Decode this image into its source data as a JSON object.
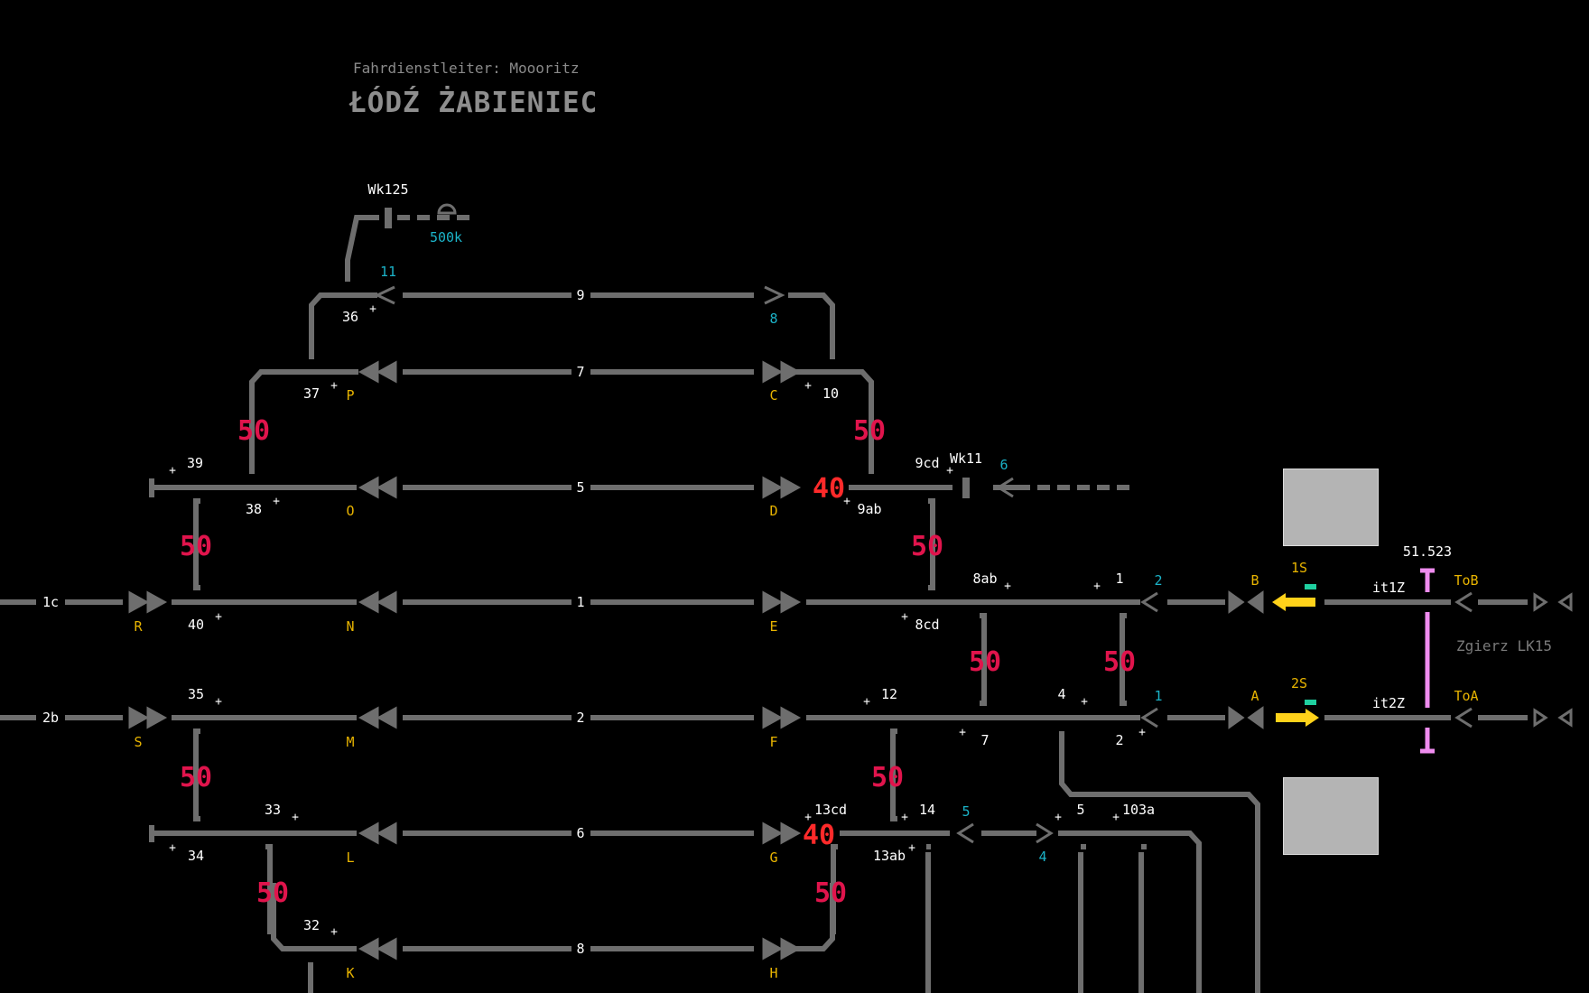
{
  "header": {
    "dispatcher": "Fahrdienstleiter: Moooritz",
    "station": "ŁÓDŹ ŻABIENIEC"
  },
  "colors": {
    "track": "#6e6e6e",
    "signal": "#e8b400",
    "speed": "#e0144c",
    "speed_main": "#ff2a2a",
    "route_num": "#1bb3c8",
    "text": "#ffffff",
    "mast": "#ef8cef",
    "indicator": "#1fd0a0",
    "arrow": "#ffd21a",
    "block_box": "#b4b4b4",
    "line_label": "#7a7a7a"
  },
  "track_labels": {
    "t9": "9",
    "t7": "7",
    "t5": "5",
    "t1": "1",
    "t2": "2",
    "t6": "6",
    "t8": "8",
    "t1c": "1c",
    "t2b": "2b",
    "wk125": "Wk125",
    "wk11": "Wk11",
    "it1z": "it1Z",
    "it2z": "it2Z",
    "km": "51.523"
  },
  "signals": {
    "P": "P",
    "O": "O",
    "N": "N",
    "M": "M",
    "L": "L",
    "K": "K",
    "R": "R",
    "S": "S",
    "C": "C",
    "D": "D",
    "E": "E",
    "F": "F",
    "G": "G",
    "H": "H",
    "B": "B",
    "A": "A",
    "s1S": "1S",
    "s2S": "2S",
    "ToB": "ToB",
    "ToA": "ToA"
  },
  "route_numbers": {
    "r11": "11",
    "r8": "8",
    "r6": "6",
    "r2": "2",
    "r1": "1",
    "r5": "5",
    "r4": "4",
    "r500k": "500k"
  },
  "switches": {
    "w36": "36",
    "w37": "37",
    "w39": "39",
    "w38": "38",
    "w40": "40",
    "w35": "35",
    "w33": "33",
    "w34": "34",
    "w32": "32",
    "w10": "10",
    "w9cd": "9cd",
    "w9ab": "9ab",
    "w8ab": "8ab",
    "w8cd": "8cd",
    "w1": "1",
    "w12": "12",
    "w4": "4",
    "w7": "7",
    "w2": "2",
    "w13cd": "13cd",
    "w14": "14",
    "w13ab": "13ab",
    "w5": "5",
    "w103a": "103a"
  },
  "speeds": {
    "s50": "50",
    "s40": "40"
  },
  "line_name": "Zgierz LK15"
}
